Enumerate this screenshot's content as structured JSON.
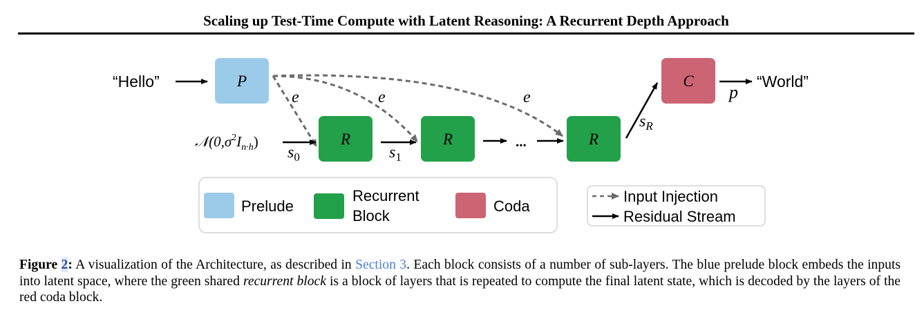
{
  "header": {
    "title": "Scaling up Test-Time Compute with Latent Reasoning: A Recurrent Depth Approach"
  },
  "diagram": {
    "input_text": "“Hello”",
    "output_text": "“World”",
    "noise_label": {
      "prefix": "𝒩(0,σ",
      "sup": "2",
      "mid": "I",
      "sub": "n·h",
      "suffix": ")"
    },
    "blocks": {
      "prelude": {
        "label": "P",
        "color": "#9ccbea"
      },
      "recurrent": [
        {
          "label": "R",
          "color": "#23a04a"
        },
        {
          "label": "R",
          "color": "#23a04a"
        },
        {
          "label": "R",
          "color": "#23a04a"
        }
      ],
      "coda": {
        "label": "C",
        "color": "#cc6474"
      }
    },
    "edge_labels": {
      "e1": "e",
      "e2": "e",
      "e3": "e",
      "s0_base": "s",
      "s0_sub": "0",
      "s1_base": "s",
      "s1_sub": "1",
      "sR_base": "s",
      "sR_sub": "R",
      "p": "p",
      "ellipsis": "..."
    },
    "colors": {
      "injection_arrow": "#6b6b6b",
      "residual_arrow": "#000000",
      "legend_border": "#d4d4d4"
    }
  },
  "legend_blocks": {
    "items": [
      {
        "label": "Prelude",
        "color": "#9ccbea"
      },
      {
        "label_line1": "Recurrent",
        "label_line2": "Block",
        "color": "#23a04a"
      },
      {
        "label": "Coda",
        "color": "#cc6474"
      }
    ]
  },
  "legend_arrows": {
    "items": [
      {
        "label": "Input Injection",
        "style": "dashed"
      },
      {
        "label": "Residual Stream",
        "style": "solid"
      }
    ]
  },
  "caption": {
    "label": "Figure ",
    "number": "2",
    "colon": ":",
    "text_1": " A visualization of the Architecture, as described in ",
    "link": "Section 3",
    "text_2": ". Each block consists of a number of sub-layers. The blue prelude block embeds the inputs into latent space, where the green shared ",
    "emph": "recurrent block",
    "text_3": " is a block of layers that is repeated to compute the final latent state, which is decoded by the layers of the red coda block."
  }
}
